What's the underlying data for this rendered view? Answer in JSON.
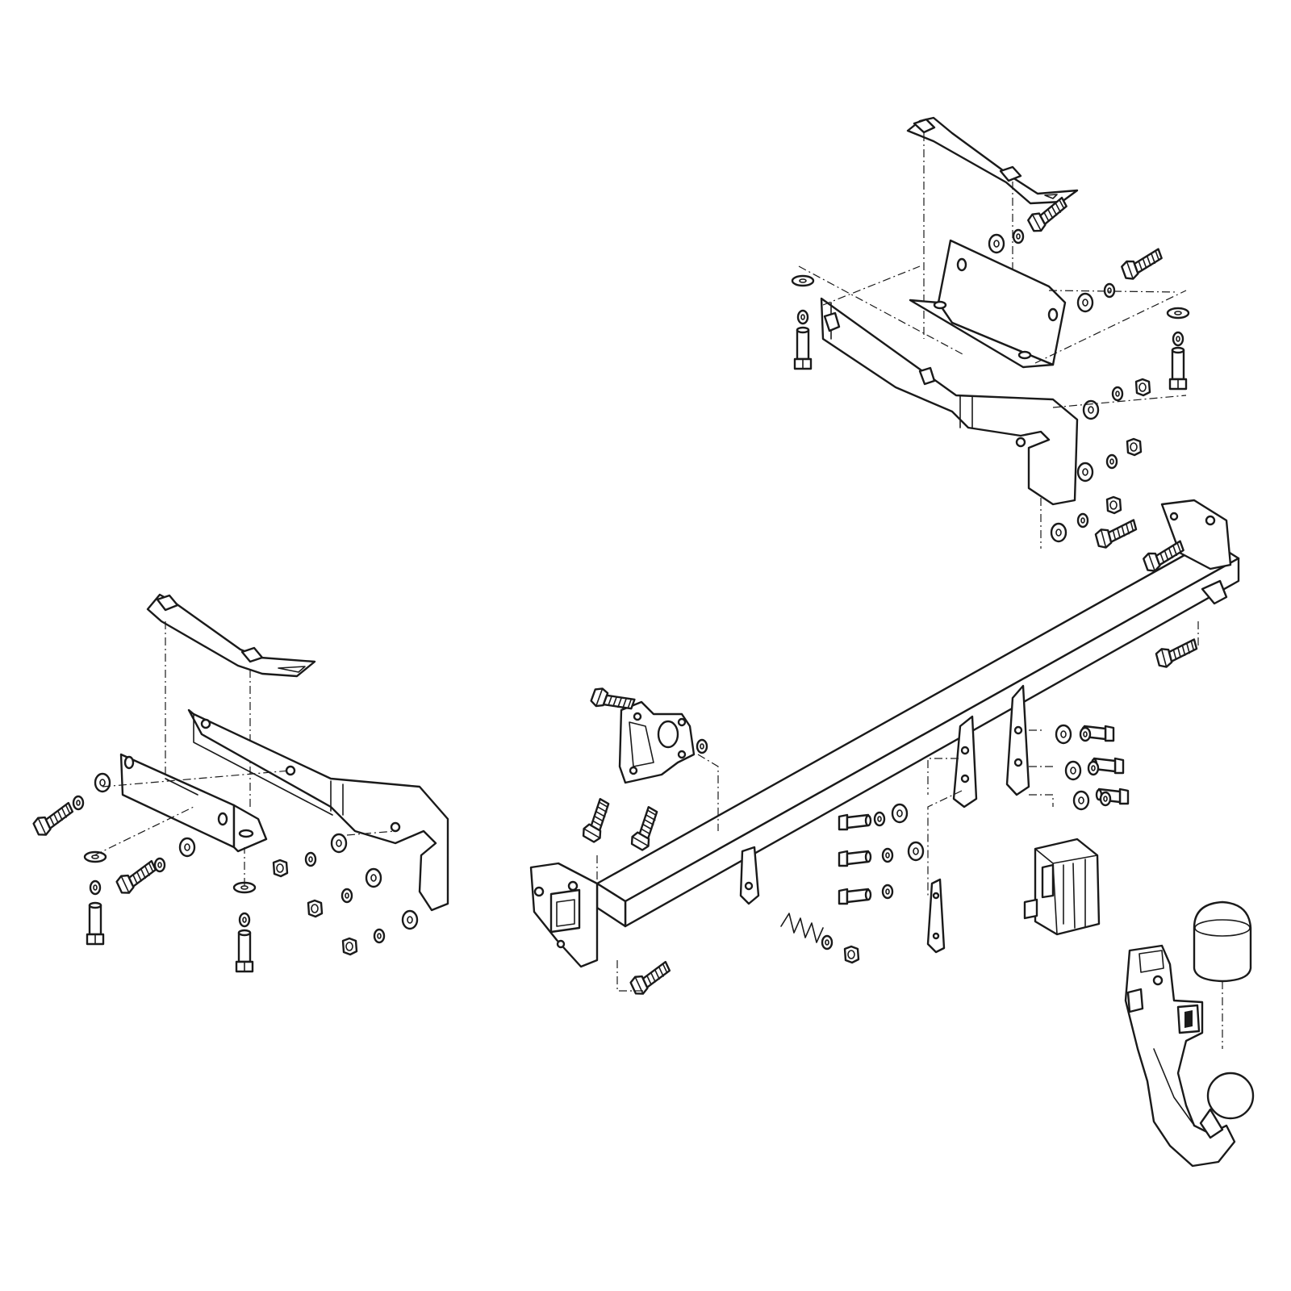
{
  "diagram": {
    "kind": "exploded-parts-diagram",
    "background": "#ffffff",
    "line_color": "#1a1a1a",
    "assemblies": [
      {
        "name": "right-side-bracket-assembly",
        "parts": [
          "reinforcement-strap",
          "angle-bracket",
          "side-arm-bracket",
          "bolts",
          "washers",
          "nuts"
        ]
      },
      {
        "name": "left-side-bracket-assembly",
        "parts": [
          "reinforcement-strap",
          "angle-bracket",
          "side-arm-bracket",
          "bolts",
          "washers",
          "nuts"
        ]
      },
      {
        "name": "main-crossbar-assembly",
        "parts": [
          "crossbar",
          "socket-plate",
          "bolts",
          "spring",
          "nut"
        ]
      },
      {
        "name": "tow-ball-assembly",
        "parts": [
          "electric-module",
          "ball-cover-cap",
          "detachable-tow-ball-neck"
        ]
      }
    ]
  }
}
